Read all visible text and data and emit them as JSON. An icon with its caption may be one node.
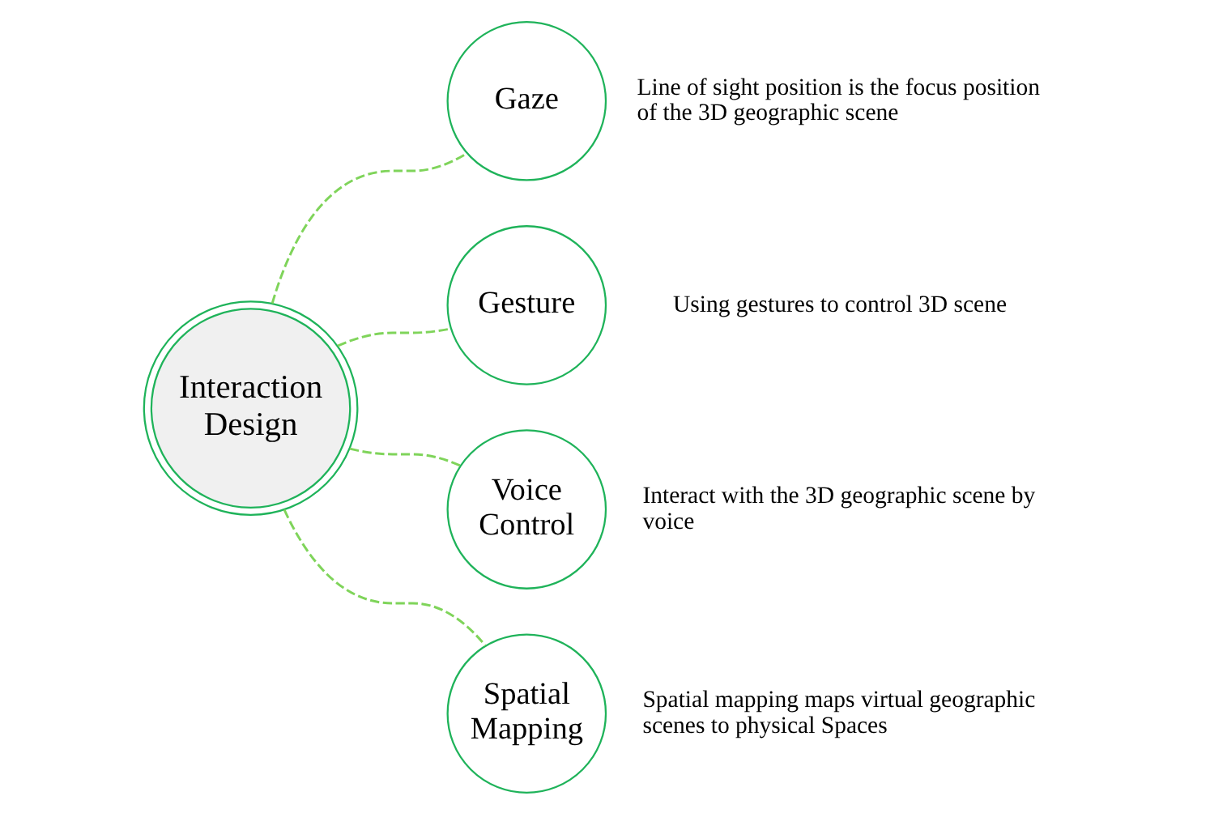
{
  "diagram": {
    "nodes": [
      {
        "text": [
          "Interaction Design"
        ]
      },
      {
        "text": [
          "Gaze"
        ],
        "beside": [
          "Line of sight position is the focus position of the 3D geographic scene"
        ]
      },
      {
        "text": [
          "Gesture"
        ],
        "beside": [
          "Using gestures to control 3D scene"
        ]
      },
      {
        "text": [
          "Voice Control"
        ],
        "beside": [
          "Interact with the 3D geographic scene by voice"
        ]
      },
      {
        "text": [
          "Spatial Mapping"
        ],
        "beside": [
          "Spatial mapping maps virtual geographic scenes to physical Spaces"
        ]
      }
    ],
    "edges": [
      {
        "from": 0,
        "to": 1,
        "arrow": "none",
        "style": "dashed"
      },
      {
        "from": 0,
        "to": 2,
        "arrow": "none",
        "style": "dashed"
      },
      {
        "from": 0,
        "to": 3,
        "arrow": "none",
        "style": "dashed"
      },
      {
        "from": 0,
        "to": 4,
        "arrow": "none",
        "style": "dashed"
      }
    ]
  }
}
